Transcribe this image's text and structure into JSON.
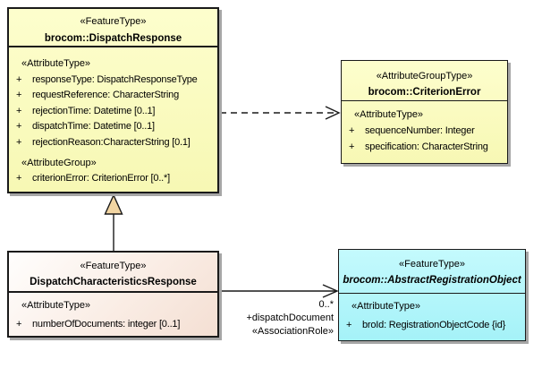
{
  "diagram": {
    "type": "uml-class-diagram",
    "classes": {
      "dispatchResponse": {
        "stereotype": "«FeatureType»",
        "name": "brocom::DispatchResponse",
        "fill": "#FBFCC1",
        "section1_stereotype": "«AttributeType»",
        "attributes": [
          {
            "vis": "+",
            "text": "responseType: DispatchResponseType"
          },
          {
            "vis": "+",
            "text": "requestReference: CharacterString"
          },
          {
            "vis": "+",
            "text": "rejectionTime: Datetime [0..1]"
          },
          {
            "vis": "+",
            "text": "dispatchTime: Datetime [0..1]"
          },
          {
            "vis": "+",
            "text": "rejectionReason:CharacterString [0.1]"
          }
        ],
        "section2_stereotype": "«AttributeGroup»",
        "group_attributes": [
          {
            "vis": "+",
            "text": "criterionError: CriterionError [0..*]"
          }
        ]
      },
      "criterionError": {
        "stereotype": "«AttributeGroupType»",
        "name": "brocom::CriterionError",
        "fill": "#FBFCC1",
        "section_stereotype": "«AttributeType»",
        "attributes": [
          {
            "vis": "+",
            "text": "sequenceNumber: Integer"
          },
          {
            "vis": "+",
            "text": "specification: CharacterString"
          }
        ]
      },
      "dispatchCharacteristicsResponse": {
        "stereotype": "«FeatureType»",
        "name": "DispatchCharacteristicsResponse",
        "fill": "#F6E2D8",
        "section_stereotype": "«AttributeType»",
        "attributes": [
          {
            "vis": "+",
            "text": "numberOfDocuments: integer [0..1]"
          }
        ]
      },
      "abstractRegistrationObject": {
        "stereotype": "«FeatureType»",
        "name": "brocom::AbstractRegistrationObject",
        "abstract": true,
        "fill": "#ADF6FB",
        "section_stereotype": "«AttributeType»",
        "attributes": [
          {
            "vis": "+",
            "text": "broId: RegistrationObjectCode {id}"
          }
        ]
      }
    },
    "relationships": {
      "generalization": {
        "from": "DispatchCharacteristicsResponse",
        "to": "brocom::DispatchResponse",
        "triangle_fill": "#F2D5A2"
      },
      "dependency": {
        "from": "brocom::DispatchResponse",
        "to": "brocom::CriterionError",
        "style": "dashed-open-arrow"
      },
      "association": {
        "from": "DispatchCharacteristicsResponse",
        "to": "brocom::AbstractRegistrationObject",
        "multiplicity": "0..*",
        "role": "+dispatchDocument",
        "stereotype": "«AssociationRole»"
      }
    },
    "colors": {
      "yellow_fill": "#FBFCC1",
      "cyan_fill": "#ADF6FB",
      "pink_fill": "#F6E2D8",
      "triangle_fill": "#F2D5A2",
      "shadow": "#A6A6A6",
      "line": "#000000",
      "background": "#FFFFFF"
    }
  }
}
